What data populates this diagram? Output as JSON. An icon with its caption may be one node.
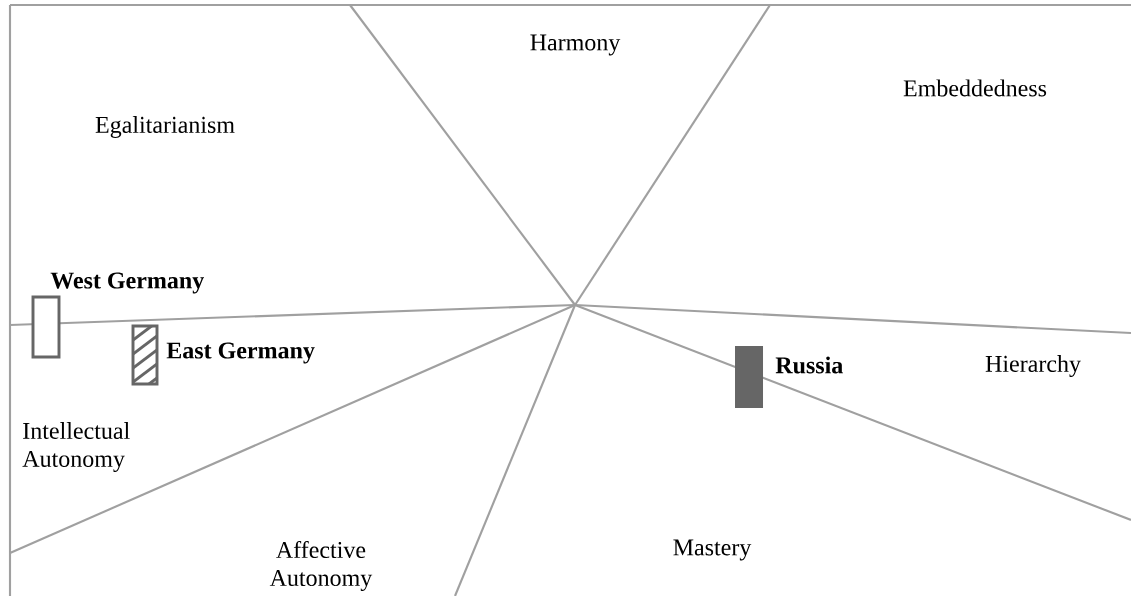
{
  "diagram": {
    "labels": [
      "Harmony",
      "Embeddedness",
      "Egalitarianism",
      "West Germany",
      "East Germany",
      "Russia",
      "Hierarchy",
      "Intellectual Autonomy",
      "Affective Autonomy",
      "Mastery"
    ]
  }
}
